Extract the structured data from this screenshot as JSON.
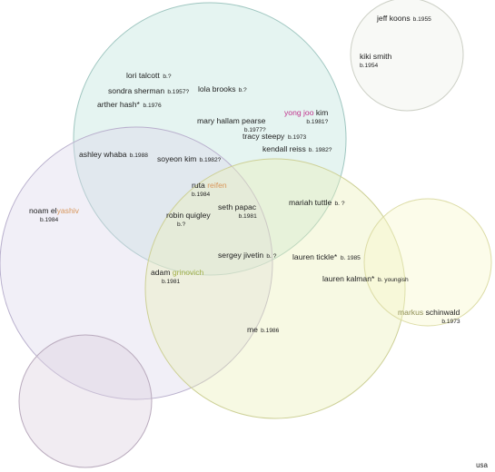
{
  "colors": {
    "text": "#222222",
    "orange": "#d8965a",
    "green": "#a3b04a",
    "magenta": "#c0328c",
    "olive": "#8f8f55",
    "circle_teal": "#bfe3dd",
    "circle_lavender": "#ddd6ec",
    "circle_yellow": "#ecefb9",
    "circle_lightyellow": "#f8f8cb",
    "circle_mauve": "#dcd0de",
    "circle_grey": "#eef0e8"
  },
  "circles": [
    {
      "id": "circle-teal",
      "fill": "#bfe3dd",
      "stroke": "#9fc6c0"
    },
    {
      "id": "circle-lavender",
      "fill": "#ddd6ec",
      "stroke": "#b9b0cd"
    },
    {
      "id": "circle-yellow",
      "fill": "#ecefb9",
      "stroke": "#cdd096"
    },
    {
      "id": "circle-lightyellow",
      "fill": "#f8f8cb",
      "stroke": "#dcdca6"
    },
    {
      "id": "circle-mauve",
      "fill": "#dcd0de",
      "stroke": "#b9aabd"
    },
    {
      "id": "circle-grey",
      "fill": "#eef0e8",
      "stroke": "#cdd0c6"
    }
  ],
  "people": [
    {
      "id": "jeff-koons",
      "parts": [
        {
          "t": "jeff koons",
          "c": "text"
        }
      ],
      "year": "b.1955"
    },
    {
      "id": "kiki-smith",
      "parts": [
        {
          "t": "kiki smith",
          "c": "text"
        }
      ],
      "year": "b.1954"
    },
    {
      "id": "lori-talcott",
      "parts": [
        {
          "t": "lori talcott",
          "c": "text"
        }
      ],
      "year": "b.?"
    },
    {
      "id": "sondra-sherman",
      "parts": [
        {
          "t": "sondra sherman",
          "c": "text"
        }
      ],
      "year": "b.1957?"
    },
    {
      "id": "lola-brooks",
      "parts": [
        {
          "t": "lola brooks",
          "c": "text"
        }
      ],
      "year": "b.?"
    },
    {
      "id": "arther-hash",
      "parts": [
        {
          "t": "arther hash*",
          "c": "text"
        }
      ],
      "year": "b.1976"
    },
    {
      "id": "yong-joo-kim",
      "parts": [
        {
          "t": "yong joo",
          "c": "magenta"
        },
        {
          "t": " kim",
          "c": "text"
        }
      ],
      "year": "b.1981?"
    },
    {
      "id": "mary-hallam-pearse",
      "parts": [
        {
          "t": "mary hallam pearse",
          "c": "text"
        }
      ],
      "year": "b.1977?"
    },
    {
      "id": "tracy-steepy",
      "parts": [
        {
          "t": "tracy steepy",
          "c": "text"
        }
      ],
      "year": "b.1973"
    },
    {
      "id": "kendall-reiss",
      "parts": [
        {
          "t": "kendall reiss",
          "c": "text"
        }
      ],
      "year": "b. 1982?"
    },
    {
      "id": "ashley-whaba",
      "parts": [
        {
          "t": "ashley whaba",
          "c": "text"
        }
      ],
      "year": "b.1988"
    },
    {
      "id": "soyeon-kim",
      "parts": [
        {
          "t": "soyeon kim",
          "c": "text"
        }
      ],
      "year": "b.1982?"
    },
    {
      "id": "ruta-reifen",
      "parts": [
        {
          "t": "ruta",
          "c": "text"
        },
        {
          "t": " reifen",
          "c": "orange"
        }
      ],
      "year": "b.1984",
      "year_color": "orange"
    },
    {
      "id": "noam-elyashiv",
      "parts": [
        {
          "t": "noam el",
          "c": "text"
        },
        {
          "t": "yashiv",
          "c": "orange"
        }
      ],
      "year": "b.1984",
      "year_color": "orange"
    },
    {
      "id": "seth-papac",
      "parts": [
        {
          "t": "seth papac",
          "c": "text"
        }
      ],
      "year": "b.1981"
    },
    {
      "id": "robin-quigley",
      "parts": [
        {
          "t": "robin quigley",
          "c": "text"
        }
      ],
      "year": "b.?"
    },
    {
      "id": "mariah-tuttle",
      "parts": [
        {
          "t": "mariah tuttle",
          "c": "text"
        }
      ],
      "year": "b. ?"
    },
    {
      "id": "sergey-jivetin",
      "parts": [
        {
          "t": "sergey jivetin",
          "c": "text"
        }
      ],
      "year": "b. ?"
    },
    {
      "id": "lauren-tickle",
      "parts": [
        {
          "t": "lauren tickle*",
          "c": "text"
        }
      ],
      "year": "b. 1985"
    },
    {
      "id": "adam-grinovich",
      "parts": [
        {
          "t": "adam",
          "c": "text"
        },
        {
          "t": " grinovich",
          "c": "green"
        }
      ],
      "year": "b.1981"
    },
    {
      "id": "lauren-kalman",
      "parts": [
        {
          "t": "lauren kalman*",
          "c": "text"
        }
      ],
      "year": "b. youngish"
    },
    {
      "id": "markus-schinwald",
      "parts": [
        {
          "t": "markus",
          "c": "olive"
        },
        {
          "t": " schinwald",
          "c": "text"
        }
      ],
      "year": "b.1973"
    },
    {
      "id": "me",
      "parts": [
        {
          "t": "me",
          "c": "text"
        }
      ],
      "year": "b.1986"
    }
  ],
  "corner_label": "usa"
}
